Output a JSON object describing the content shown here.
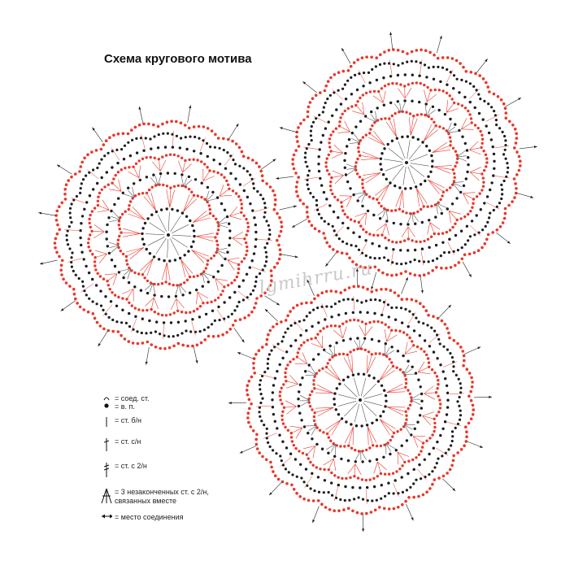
{
  "title": "Схема кругового мотива",
  "watermark": "lgmihrru.ru",
  "colors": {
    "red": "#e8372a",
    "black": "#1d1d1d",
    "stitch": "#555555"
  },
  "legend": [
    {
      "symbol": "slip-stitch-icon",
      "label": "= соед. ст."
    },
    {
      "symbol": "chain-stitch-icon",
      "label": "= в. п."
    },
    {
      "symbol": "single-crochet-icon",
      "label": "= ст. б/н"
    },
    {
      "symbol": "double-crochet-icon",
      "label": "= ст. с/н"
    },
    {
      "symbol": "treble-crochet-icon",
      "label": "= ст. с 2/н"
    },
    {
      "symbol": "cluster-icon",
      "label": "= 3 незаконченных ст. с 2/н, связанных вместе"
    },
    {
      "symbol": "join-arrow-icon",
      "label": "= место соединения"
    }
  ]
}
